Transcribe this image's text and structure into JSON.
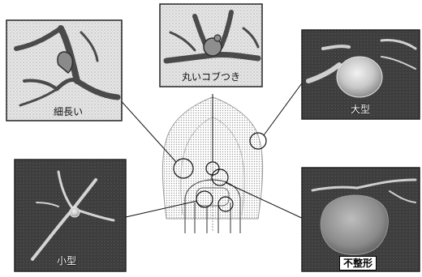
{
  "panels": [
    {
      "id": "top-left",
      "label": "細長い"
    },
    {
      "id": "top-center",
      "label": "丸いコブつき"
    },
    {
      "id": "top-right",
      "label": "大型"
    },
    {
      "id": "bottom-left",
      "label": "小型"
    },
    {
      "id": "bottom-right",
      "label": "不整形"
    }
  ],
  "colors": {
    "line": "#111111",
    "panel_light": "#e8e8e8",
    "panel_dark": "#3a3a3a",
    "vessel_light": "#555555",
    "vessel_dark": "#d8d8d8",
    "head": "#b8b8b8"
  }
}
